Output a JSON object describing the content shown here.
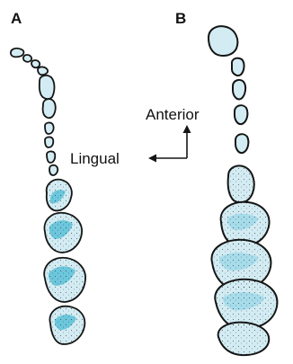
{
  "figure": {
    "panel_a_label": "A",
    "panel_b_label": "B",
    "anterior_label": "Anterior",
    "lingual_label": "Lingual"
  },
  "colors": {
    "tooth_fill": "#d3ecf3",
    "tooth_shade": "#6cc7dc",
    "outline": "#151515"
  }
}
